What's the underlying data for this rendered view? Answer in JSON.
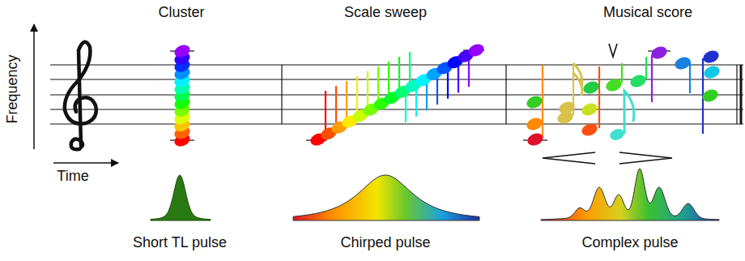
{
  "diagram": {
    "labels": [
      "Frequency",
      "Time",
      "Cluster",
      "Scale sweep",
      "Musical score",
      "Short TL pulse",
      "Chirped pulse",
      "Complex pulse"
    ]
  }
}
